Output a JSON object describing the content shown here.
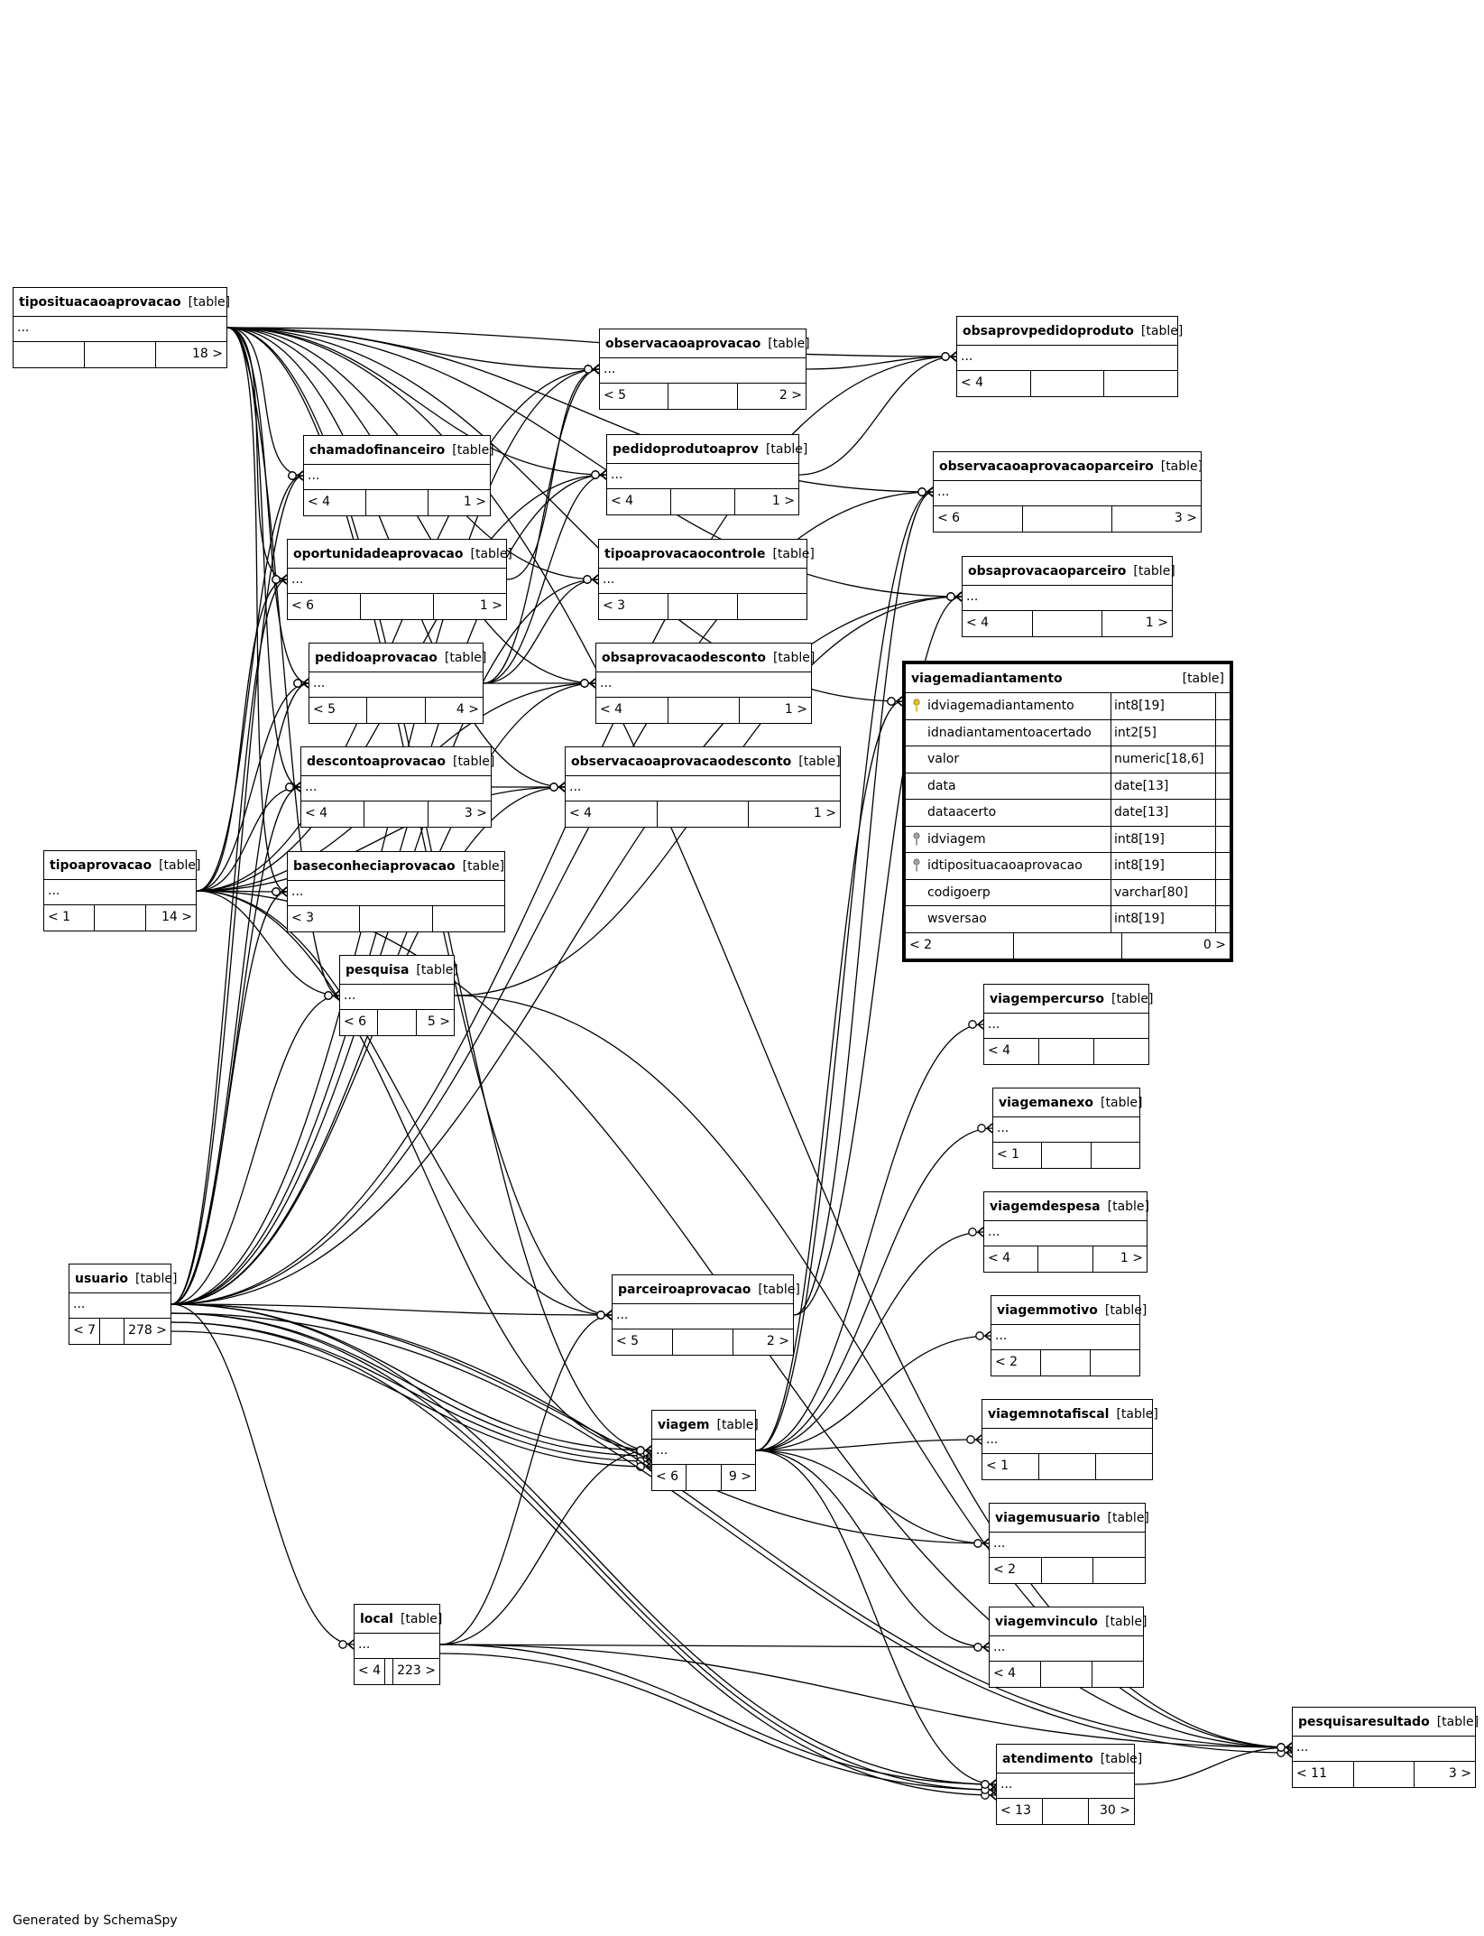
{
  "footer_text": "Generated by SchemaSpy",
  "tag": "[table]",
  "tables": [
    {
      "id": "tipositu",
      "name": "tiposituacaoaprovacao",
      "dots": "...",
      "foot": [
        "",
        "",
        "18 >"
      ]
    },
    {
      "id": "chamado",
      "name": "chamadofinanceiro",
      "dots": "...",
      "foot": [
        "< 4",
        "",
        "1 >"
      ]
    },
    {
      "id": "oport",
      "name": "oportunidadeaprovacao",
      "dots": "...",
      "foot": [
        "< 6",
        "",
        "1 >"
      ]
    },
    {
      "id": "pedidoapr",
      "name": "pedidoaprovacao",
      "dots": "...",
      "foot": [
        "< 5",
        "",
        "4 >"
      ]
    },
    {
      "id": "descapr",
      "name": "descontoaprovacao",
      "dots": "...",
      "foot": [
        "< 4",
        "",
        "3 >"
      ]
    },
    {
      "id": "baseconh",
      "name": "baseconheciaprovacao",
      "dots": "...",
      "foot": [
        "< 3",
        "",
        ""
      ]
    },
    {
      "id": "pesquisa",
      "name": "pesquisa",
      "dots": "...",
      "foot": [
        "< 6",
        "",
        "5 >"
      ]
    },
    {
      "id": "tipoapr",
      "name": "tipoaprovacao",
      "dots": "...",
      "foot": [
        "< 1",
        "",
        "14 >"
      ]
    },
    {
      "id": "usuario",
      "name": "usuario",
      "dots": "...",
      "foot": [
        "< 7",
        "",
        "278 >"
      ]
    },
    {
      "id": "local",
      "name": "local",
      "dots": "...",
      "foot": [
        "< 4",
        "",
        "223 >"
      ]
    },
    {
      "id": "obsapr",
      "name": "observacaoaprovacao",
      "dots": "...",
      "foot": [
        "< 5",
        "",
        "2 >"
      ]
    },
    {
      "id": "pedprod",
      "name": "pedidoprodutoaprov",
      "dots": "...",
      "foot": [
        "< 4",
        "",
        "1 >"
      ]
    },
    {
      "id": "tipoctrl",
      "name": "tipoaprovacaocontrole",
      "dots": "...",
      "foot": [
        "< 3",
        "",
        ""
      ]
    },
    {
      "id": "obsdesc",
      "name": "obsaprovacaodesconto",
      "dots": "...",
      "foot": [
        "< 4",
        "",
        "1 >"
      ]
    },
    {
      "id": "obsaprdesc",
      "name": "observacaoaprovacaodesconto",
      "dots": "...",
      "foot": [
        "< 4",
        "",
        "1 >"
      ]
    },
    {
      "id": "parceiro",
      "name": "parceiroaprovacao",
      "dots": "...",
      "foot": [
        "< 5",
        "",
        "2 >"
      ]
    },
    {
      "id": "viagem",
      "name": "viagem",
      "dots": "...",
      "foot": [
        "< 6",
        "",
        "9 >"
      ]
    },
    {
      "id": "obspedprod",
      "name": "obsaprovpedidoproduto",
      "dots": "...",
      "foot": [
        "< 4",
        "",
        ""
      ]
    },
    {
      "id": "obsaprparc",
      "name": "observacaoaprovacaoparceiro",
      "dots": "...",
      "foot": [
        "< 6",
        "",
        "3 >"
      ]
    },
    {
      "id": "obsparc",
      "name": "obsaprovacaoparceiro",
      "dots": "...",
      "foot": [
        "< 4",
        "",
        "1 >"
      ]
    },
    {
      "id": "vpercurso",
      "name": "viagempercurso",
      "dots": "...",
      "foot": [
        "< 4",
        "",
        ""
      ]
    },
    {
      "id": "vanexo",
      "name": "viagemanexo",
      "dots": "...",
      "foot": [
        "< 1",
        "",
        ""
      ]
    },
    {
      "id": "vdespesa",
      "name": "viagemdespesa",
      "dots": "...",
      "foot": [
        "< 4",
        "",
        "1 >"
      ]
    },
    {
      "id": "vmotivo",
      "name": "viagemmotivo",
      "dots": "...",
      "foot": [
        "< 2",
        "",
        ""
      ]
    },
    {
      "id": "vnotafiscal",
      "name": "viagemnotafiscal",
      "dots": "...",
      "foot": [
        "< 1",
        "",
        ""
      ]
    },
    {
      "id": "vusuario",
      "name": "viagemusuario",
      "dots": "...",
      "foot": [
        "< 2",
        "",
        ""
      ]
    },
    {
      "id": "vvinculo",
      "name": "viagemvinculo",
      "dots": "...",
      "foot": [
        "< 4",
        "",
        ""
      ]
    },
    {
      "id": "atend",
      "name": "atendimento",
      "dots": "...",
      "foot": [
        "< 13",
        "",
        "30 >"
      ]
    },
    {
      "id": "pesqres",
      "name": "pesquisaresultado",
      "dots": "...",
      "foot": [
        "< 11",
        "",
        "3 >"
      ]
    }
  ],
  "focus_table": {
    "name": "viagemadiantamento",
    "tag": "[table]",
    "columns": [
      {
        "name": "idviagemadiantamento",
        "type": "int8[19]",
        "key": "primary"
      },
      {
        "name": "idnadiantamentoacertado",
        "type": "int2[5]",
        "key": ""
      },
      {
        "name": "valor",
        "type": "numeric[18,6]",
        "key": ""
      },
      {
        "name": "data",
        "type": "date[13]",
        "key": ""
      },
      {
        "name": "dataacerto",
        "type": "date[13]",
        "key": ""
      },
      {
        "name": "idviagem",
        "type": "int8[19]",
        "key": "foreign"
      },
      {
        "name": "idtiposituacaoaprovacao",
        "type": "int8[19]",
        "key": "foreign"
      },
      {
        "name": "codigoerp",
        "type": "varchar[80]",
        "key": ""
      },
      {
        "name": "wsversao",
        "type": "int8[19]",
        "key": ""
      }
    ],
    "foot": [
      "< 2",
      "",
      "0 >"
    ],
    "colors": {
      "primary_key": "#e8c400",
      "foreign_key": "#a0a0a0"
    }
  },
  "relationships": [
    [
      "tipositu",
      "chamado"
    ],
    [
      "tipositu",
      "oport"
    ],
    [
      "tipositu",
      "pedidoapr"
    ],
    [
      "tipositu",
      "descapr"
    ],
    [
      "tipositu",
      "pesquisa"
    ],
    [
      "tipositu",
      "obsapr"
    ],
    [
      "tipositu",
      "pedprod"
    ],
    [
      "tipositu",
      "tipoctrl"
    ],
    [
      "tipositu",
      "obsdesc"
    ],
    [
      "tipositu",
      "obsaprdesc"
    ],
    [
      "tipositu",
      "parceiro"
    ],
    [
      "tipositu",
      "viagem"
    ],
    [
      "tipositu",
      "obspedprod"
    ],
    [
      "tipositu",
      "obsaprparc"
    ],
    [
      "tipositu",
      "obsparc"
    ],
    [
      "tipositu",
      "focus"
    ],
    [
      "tipositu",
      "pesqres"
    ],
    [
      "tipositu",
      "baseconh"
    ],
    [
      "tipoapr",
      "chamado"
    ],
    [
      "tipoapr",
      "oport"
    ],
    [
      "tipoapr",
      "pedidoapr"
    ],
    [
      "tipoapr",
      "descapr"
    ],
    [
      "tipoapr",
      "baseconh"
    ],
    [
      "tipoapr",
      "pesquisa"
    ],
    [
      "tipoapr",
      "obsapr"
    ],
    [
      "tipoapr",
      "pedprod"
    ],
    [
      "tipoapr",
      "obsdesc"
    ],
    [
      "tipoapr",
      "obsaprdesc"
    ],
    [
      "tipoapr",
      "parceiro"
    ],
    [
      "tipoapr",
      "viagem"
    ],
    [
      "tipoapr",
      "pesqres"
    ],
    [
      "usuario",
      "chamado"
    ],
    [
      "usuario",
      "oport"
    ],
    [
      "usuario",
      "pedidoapr"
    ],
    [
      "usuario",
      "descapr"
    ],
    [
      "usuario",
      "baseconh"
    ],
    [
      "usuario",
      "pesquisa"
    ],
    [
      "usuario",
      "obsapr"
    ],
    [
      "usuario",
      "pedprod"
    ],
    [
      "usuario",
      "tipoctrl"
    ],
    [
      "usuario",
      "obsdesc"
    ],
    [
      "usuario",
      "obsaprdesc"
    ],
    [
      "usuario",
      "parceiro"
    ],
    [
      "usuario",
      "viagem"
    ],
    [
      "usuario",
      "viagem"
    ],
    [
      "usuario",
      "viagem"
    ],
    [
      "usuario",
      "viagem"
    ],
    [
      "usuario",
      "obspedprod"
    ],
    [
      "usuario",
      "obsaprparc"
    ],
    [
      "usuario",
      "obsparc"
    ],
    [
      "usuario",
      "local"
    ],
    [
      "usuario",
      "vusuario"
    ],
    [
      "usuario",
      "atend"
    ],
    [
      "usuario",
      "atend"
    ],
    [
      "usuario",
      "atend"
    ],
    [
      "usuario",
      "pesqres"
    ],
    [
      "usuario",
      "pesqres"
    ],
    [
      "oport",
      "obsapr"
    ],
    [
      "pedidoapr",
      "obsapr"
    ],
    [
      "pedidoapr",
      "pedprod"
    ],
    [
      "pedidoapr",
      "tipoctrl"
    ],
    [
      "pedidoapr",
      "obsdesc"
    ],
    [
      "descapr",
      "obsaprdesc"
    ],
    [
      "pesquisa",
      "obsparc"
    ],
    [
      "pedprod",
      "obspedprod"
    ],
    [
      "obsapr",
      "obspedprod"
    ],
    [
      "parceiro",
      "obsaprparc"
    ],
    [
      "parceiro",
      "obsparc"
    ],
    [
      "local",
      "parceiro"
    ],
    [
      "local",
      "viagem"
    ],
    [
      "local",
      "vvinculo"
    ],
    [
      "local",
      "atend"
    ],
    [
      "local",
      "atend"
    ],
    [
      "local",
      "pesqres"
    ],
    [
      "viagem",
      "focus"
    ],
    [
      "viagem",
      "vpercurso"
    ],
    [
      "viagem",
      "vanexo"
    ],
    [
      "viagem",
      "vdespesa"
    ],
    [
      "viagem",
      "vmotivo"
    ],
    [
      "viagem",
      "vnotafiscal"
    ],
    [
      "viagem",
      "vusuario"
    ],
    [
      "viagem",
      "vvinculo"
    ],
    [
      "viagem",
      "atend"
    ],
    [
      "viagem",
      "obsaprparc"
    ],
    [
      "atend",
      "pesqres"
    ],
    [
      "pesquisa",
      "pesqres"
    ]
  ]
}
